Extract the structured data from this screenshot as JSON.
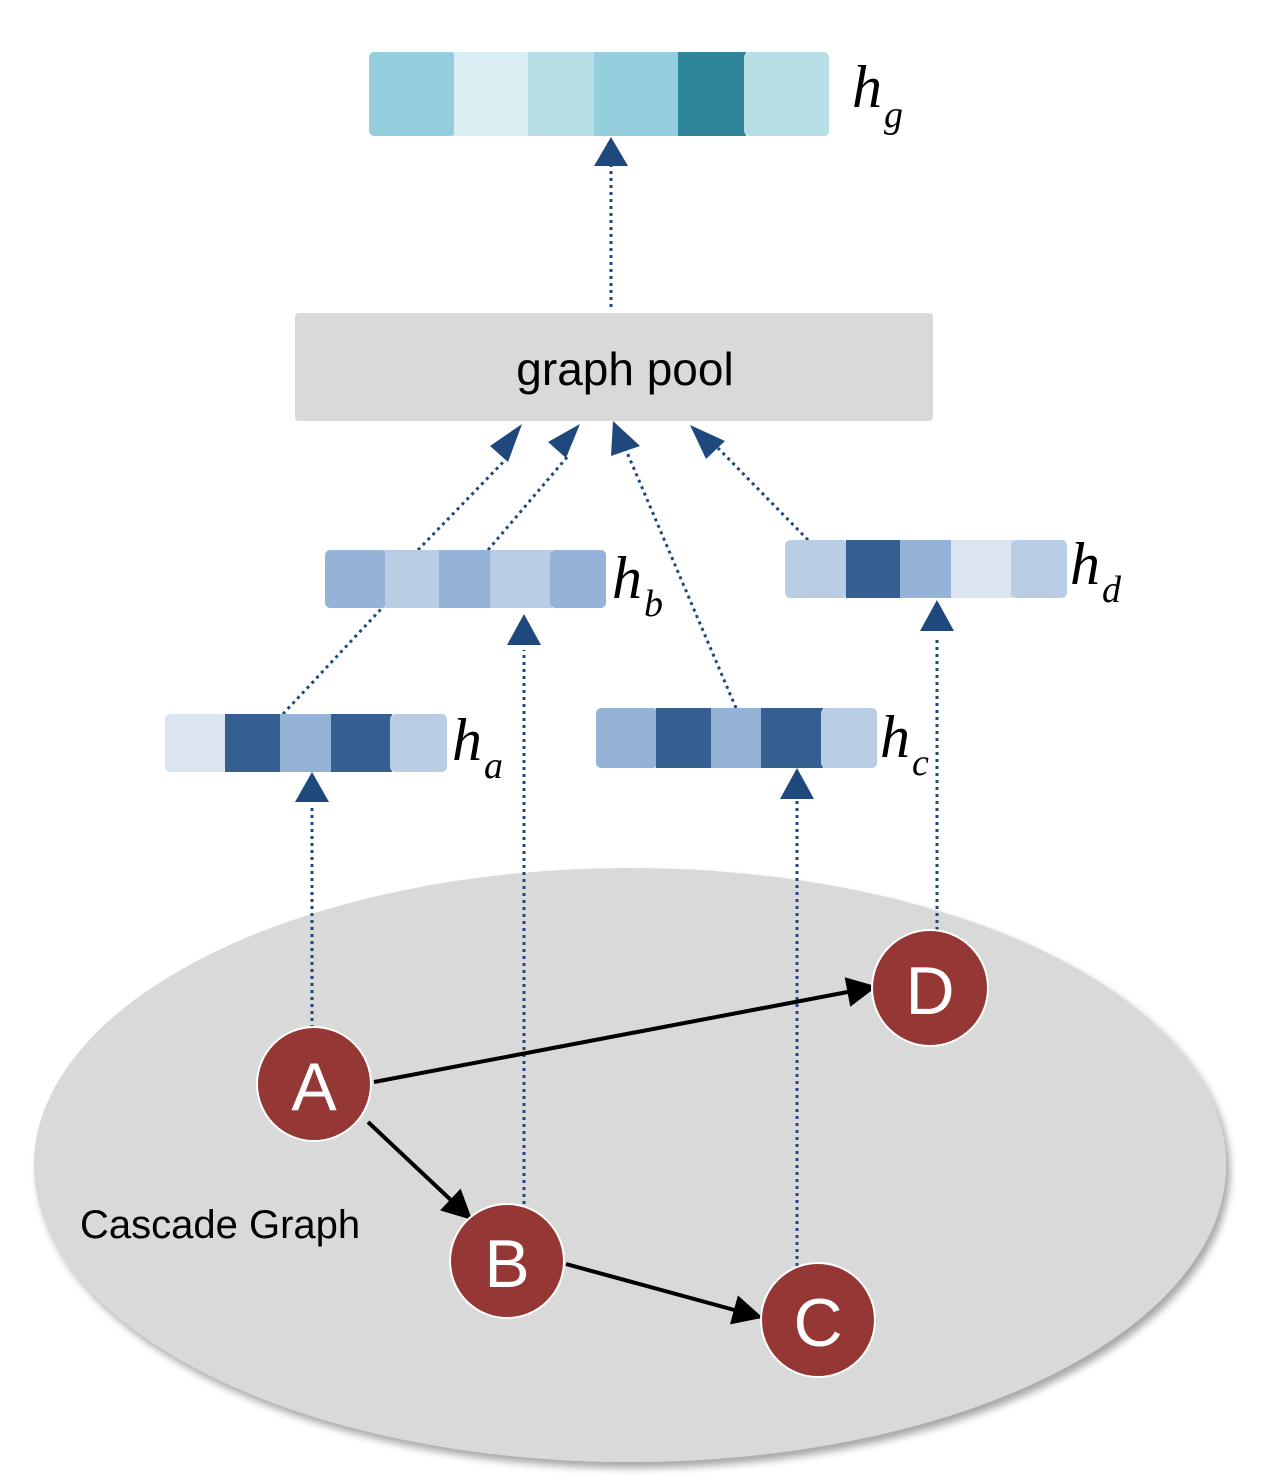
{
  "colors": {
    "teal_shades": [
      "#94cddb",
      "#d9edf2",
      "#b6dfe6",
      "#94cddb",
      "#2f8599",
      "#b6dfe6"
    ],
    "node_fill": "#953735",
    "arrow_color": "#1f497d",
    "pool_fill": "#d9d9d9",
    "graph_fill": "#d9d9d9"
  },
  "embeddings": {
    "hg": {
      "base": "h",
      "sub": "g",
      "cells": [
        0,
        1,
        2,
        3,
        4,
        5
      ]
    },
    "hb": {
      "base": "h",
      "sub": "b",
      "cells": [
        "#95b3d7",
        "#b9cde5",
        "#95b3d7",
        "#b9cde5",
        "#95b3d7"
      ]
    },
    "hd": {
      "base": "h",
      "sub": "d",
      "cells": [
        "#b9cde5",
        "#355e91",
        "#95b3d7",
        "#dbe5f1",
        "#b9cde5"
      ]
    },
    "ha": {
      "base": "h",
      "sub": "a",
      "cells": [
        "#dbe5f1",
        "#355e91",
        "#95b3d7",
        "#355e91",
        "#b9cde5"
      ]
    },
    "hc": {
      "base": "h",
      "sub": "c",
      "cells": [
        "#95b3d7",
        "#355e91",
        "#95b3d7",
        "#355e91",
        "#b9cde5"
      ]
    }
  },
  "pool": {
    "label": "graph pool"
  },
  "graph": {
    "label": "Cascade Graph",
    "nodes": {
      "a": "A",
      "b": "B",
      "c": "C",
      "d": "D"
    }
  }
}
